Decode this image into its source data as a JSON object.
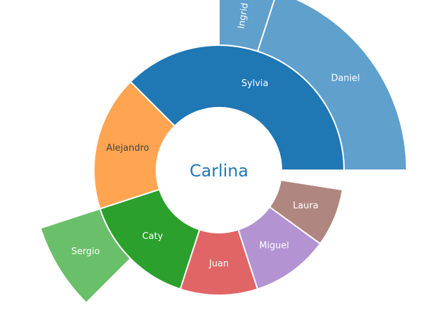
{
  "chart_data": {
    "type": "sunburst",
    "root": {
      "label": "Carlina",
      "color": "#1f77b4"
    },
    "direction": "counterclockwise",
    "start_angle_deg": 0,
    "total": 40,
    "nodes": [
      {
        "label": "Sylvia",
        "parent": "Carlina",
        "value": 15,
        "color": "#1f77b4",
        "label_color": "#ffffff",
        "children": [
          {
            "label": "Daniel",
            "value": 8,
            "color": "#5fa0cd",
            "label_color": "#ffffff"
          },
          {
            "label": "Ingrid",
            "value": 2,
            "color": "#5fa0cd",
            "label_color": "#ffffff"
          }
        ]
      },
      {
        "label": "Alejandro",
        "parent": "Carlina",
        "value": 7,
        "color": "#ffa551",
        "label_color": "#444444",
        "children": []
      },
      {
        "label": "Caty",
        "parent": "Carlina",
        "value": 6,
        "color": "#2ca02c",
        "label_color": "#ffffff",
        "children": [
          {
            "label": "Sergio",
            "value": 3,
            "color": "#6abf6a",
            "label_color": "#ffffff"
          }
        ]
      },
      {
        "label": "Juan",
        "parent": "Carlina",
        "value": 4,
        "color": "#e16566",
        "label_color": "#ffffff",
        "children": []
      },
      {
        "label": "Miguel",
        "parent": "Carlina",
        "value": 4,
        "color": "#b393d2",
        "label_color": "#ffffff",
        "children": []
      },
      {
        "label": "Laura",
        "parent": "Carlina",
        "value": 3,
        "color": "#af8780",
        "label_color": "#ffffff",
        "children": []
      }
    ]
  }
}
